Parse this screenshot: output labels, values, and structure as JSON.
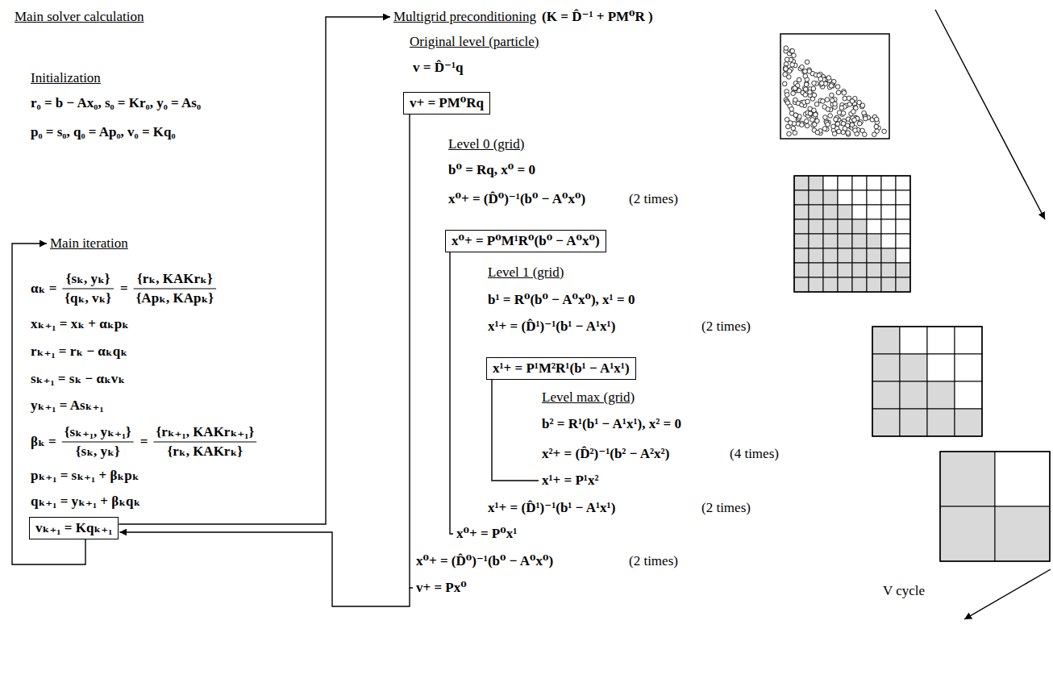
{
  "diagram": {
    "nodes": [
      {
        "text": [
          "vₖ₊₁ = Kqₖ₊₁"
        ]
      },
      {
        "text": [
          "v+ = PM⁰Rq"
        ]
      },
      {
        "text": [
          "x⁰+ = P⁰M¹R⁰(b⁰ − A⁰x⁰)"
        ]
      },
      {
        "text": [
          "x¹+ = P¹M²R¹(b¹ − A¹x¹)"
        ]
      }
    ],
    "labels": [
      "Main solver calculation",
      "Initialization",
      "r₀ = b − Ax₀, s₀ = Kr₀, y₀ = As₀",
      "p₀ = s₀, q₀ = Ap₀, v₀ = Kq₀",
      "Main iteration",
      "αₖ =",
      "{sₖ, yₖ}",
      "{qₖ, vₖ}",
      "=",
      "{rₖ, KAKrₖ}",
      "{Apₖ, KApₖ}",
      "xₖ₊₁ = xₖ + αₖpₖ",
      "rₖ₊₁ = rₖ − αₖqₖ",
      "sₖ₊₁ = sₖ − αₖvₖ",
      "yₖ₊₁ = Asₖ₊₁",
      "βₖ =",
      "{sₖ₊₁, yₖ₊₁}",
      "{sₖ, yₖ}",
      "=",
      "{rₖ₊₁, KAKrₖ₊₁}",
      "{rₖ, KAKrₖ}",
      "pₖ₊₁ = sₖ₊₁ + βₖpₖ",
      "qₖ₊₁ = yₖ₊₁ + βₖqₖ",
      "Multigrid preconditioning",
      "(K = D̂⁻¹ + PM⁰R )",
      "Original level (particle)",
      "v = D̂⁻¹q",
      "Level 0 (grid)",
      "b⁰ = Rq, x⁰ = 0",
      "x⁰+ = (D̂⁰)⁻¹(b⁰ − A⁰x⁰)",
      "(2 times)",
      "Level 1 (grid)",
      "b¹ = R⁰(b⁰ − A⁰x⁰), x¹ = 0",
      "x¹+ = (D̂¹)⁻¹(b¹ − A¹x¹)",
      "(2 times)",
      "Level max (grid)",
      "b² = R¹(b¹ − A¹x¹), x² = 0",
      "x²+ = (D̂²)⁻¹(b² − A²x²)",
      "(4 times)",
      "x¹+ = P¹x²",
      "x¹+ = (D̂¹)⁻¹(b¹ − A¹x¹)",
      "(2 times)",
      "x⁰+ = P⁰x¹",
      "x⁰+ = (D̂⁰)⁻¹(b⁰ − A⁰x⁰)",
      "(2 times)",
      "v+ = Px⁰",
      "V cycle"
    ]
  }
}
